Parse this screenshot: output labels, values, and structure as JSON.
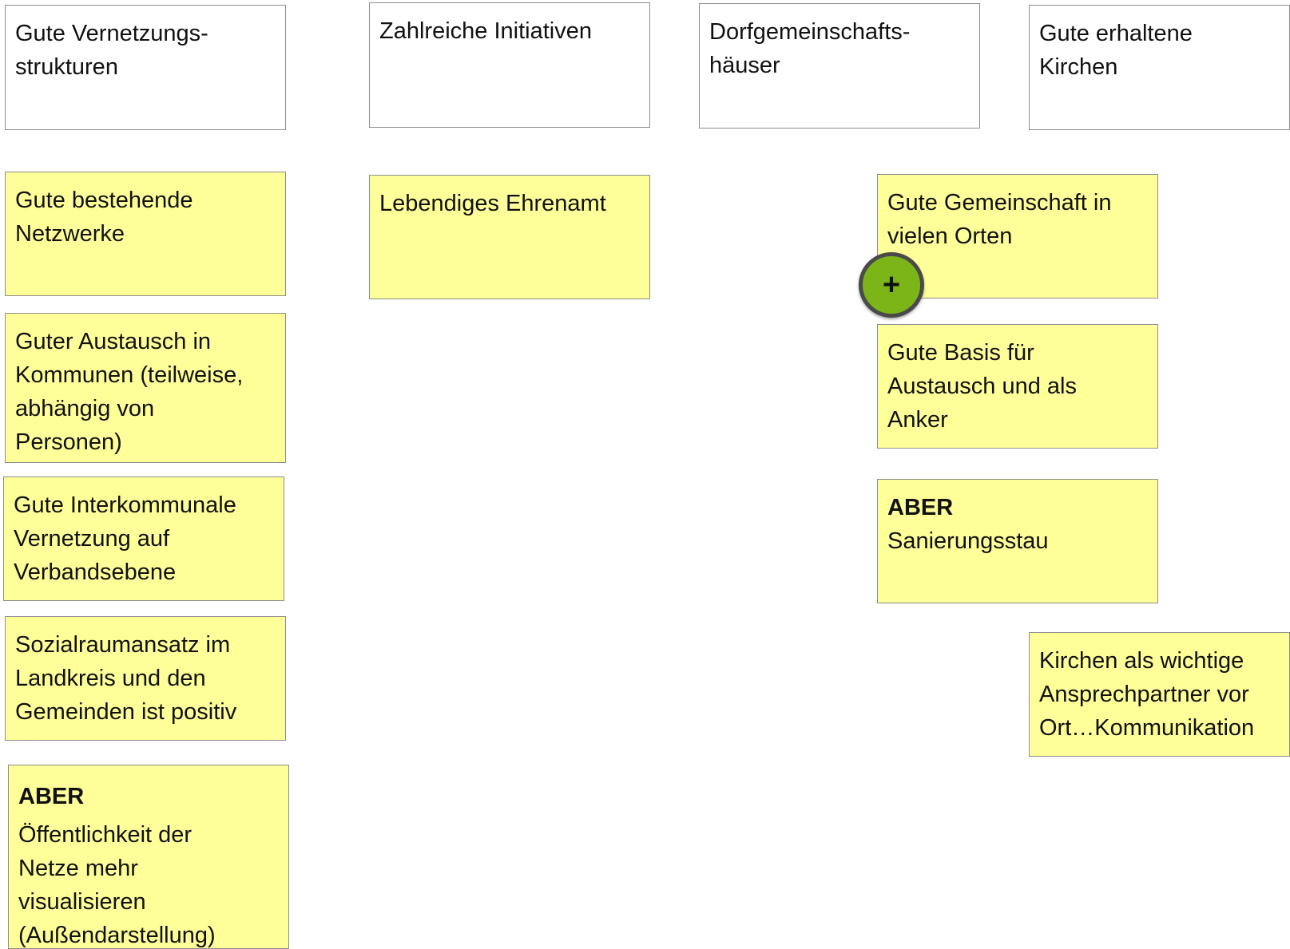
{
  "headers": [
    {
      "text": "Gute Vernetzungs-\nstrukturen"
    },
    {
      "text": "Zahlreiche Initiativen"
    },
    {
      "text": "Dorfgemeinschafts-\nhäuser"
    },
    {
      "text": "Gute erhaltene\nKirchen"
    }
  ],
  "notes": [
    {
      "text": "Gute bestehende\nNetzwerke"
    },
    {
      "text": "Guter Austausch in\nKommunen (teilweise,\nabhängig von\nPersonen)"
    },
    {
      "text": "Gute Interkommunale\nVernetzung auf\nVerbandsebene"
    },
    {
      "text": "Sozialraumansatz im\nLandkreis und den\nGemeinden ist positiv"
    },
    {
      "bold": "ABER",
      "text": "Öffentlichkeit der\nNetze mehr\nvisualisieren\n(Außendarstellung)"
    },
    {
      "text": "Lebendiges Ehrenamt"
    },
    {
      "text": "Gute Gemeinschaft in\nvielen Orten"
    },
    {
      "text": "Gute Basis für\nAustausch und als\nAnker"
    },
    {
      "bold": "ABER",
      "text": "Sanierungsstau"
    },
    {
      "text": "Kirchen als wichtige\nAnsprechpartner vor\nOrt…Kommunikation"
    }
  ],
  "add_button": {
    "label": "+",
    "icon": "plus-icon",
    "color": "#7cb518"
  },
  "colors": {
    "sticky": "#ffff99",
    "header": "#ffffff",
    "border": "#8c8c8c"
  }
}
